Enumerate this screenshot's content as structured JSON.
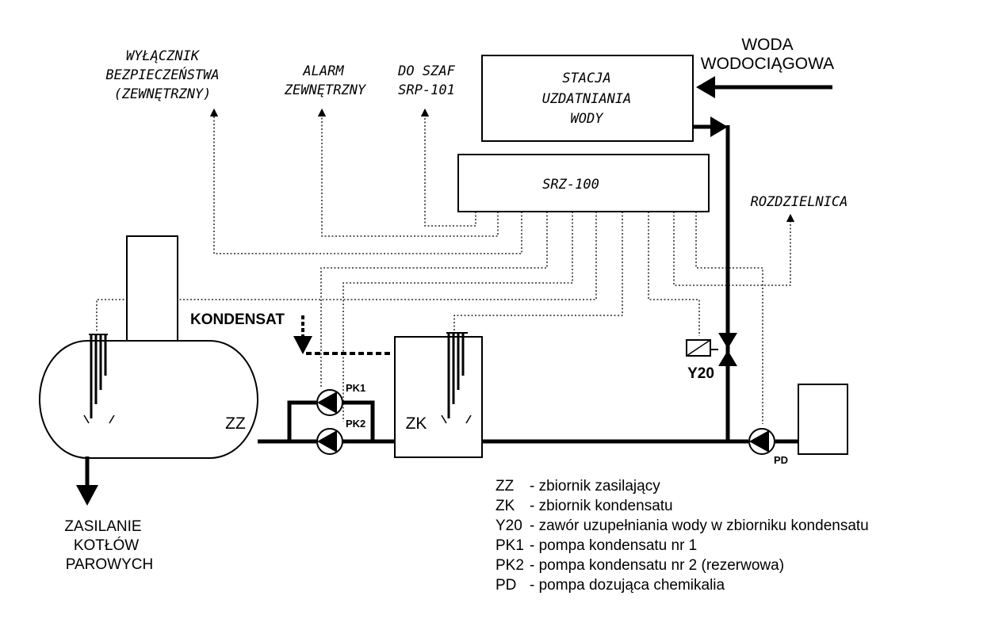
{
  "labels": {
    "wylacznik": [
      "WYŁĄCZNIK",
      "BEZPIECZEŃSTWA",
      "(ZEWNĘTRZNY)"
    ],
    "alarm": [
      "ALARM",
      "ZEWNĘTRZNY"
    ],
    "doszaf": [
      "DO SZAF",
      "SRP-101"
    ],
    "stacja": [
      "STACJA",
      "UZDATNIANIA",
      "WODY"
    ],
    "woda": [
      "WODA",
      "WODOCIĄGOWA"
    ],
    "srz": "SRZ-100",
    "rozdzielnica": "ROZDZIELNICA",
    "kondensat": "KONDENSAT",
    "zz": "ZZ",
    "zk": "ZK",
    "pk1": "PK1",
    "pk2": "PK2",
    "y20": "Y20",
    "pd": "PD",
    "zasilanie": [
      "ZASILANIE",
      "KOTŁÓW",
      "PAROWYCH"
    ]
  },
  "legend": [
    {
      "code": "ZZ",
      "desc": "- zbiornik zasilający"
    },
    {
      "code": "ZK",
      "desc": "- zbiornik kondensatu"
    },
    {
      "code": "Y20",
      "desc": "- zawór uzupełniania wody w zbiorniku kondensatu"
    },
    {
      "code": "PK1",
      "desc": "- pompa kondensatu nr 1"
    },
    {
      "code": "PK2",
      "desc": "- pompa kondensatu nr 2 (rezerwowa)"
    },
    {
      "code": "PD",
      "desc": "- pompa dozująca chemikalia"
    }
  ]
}
